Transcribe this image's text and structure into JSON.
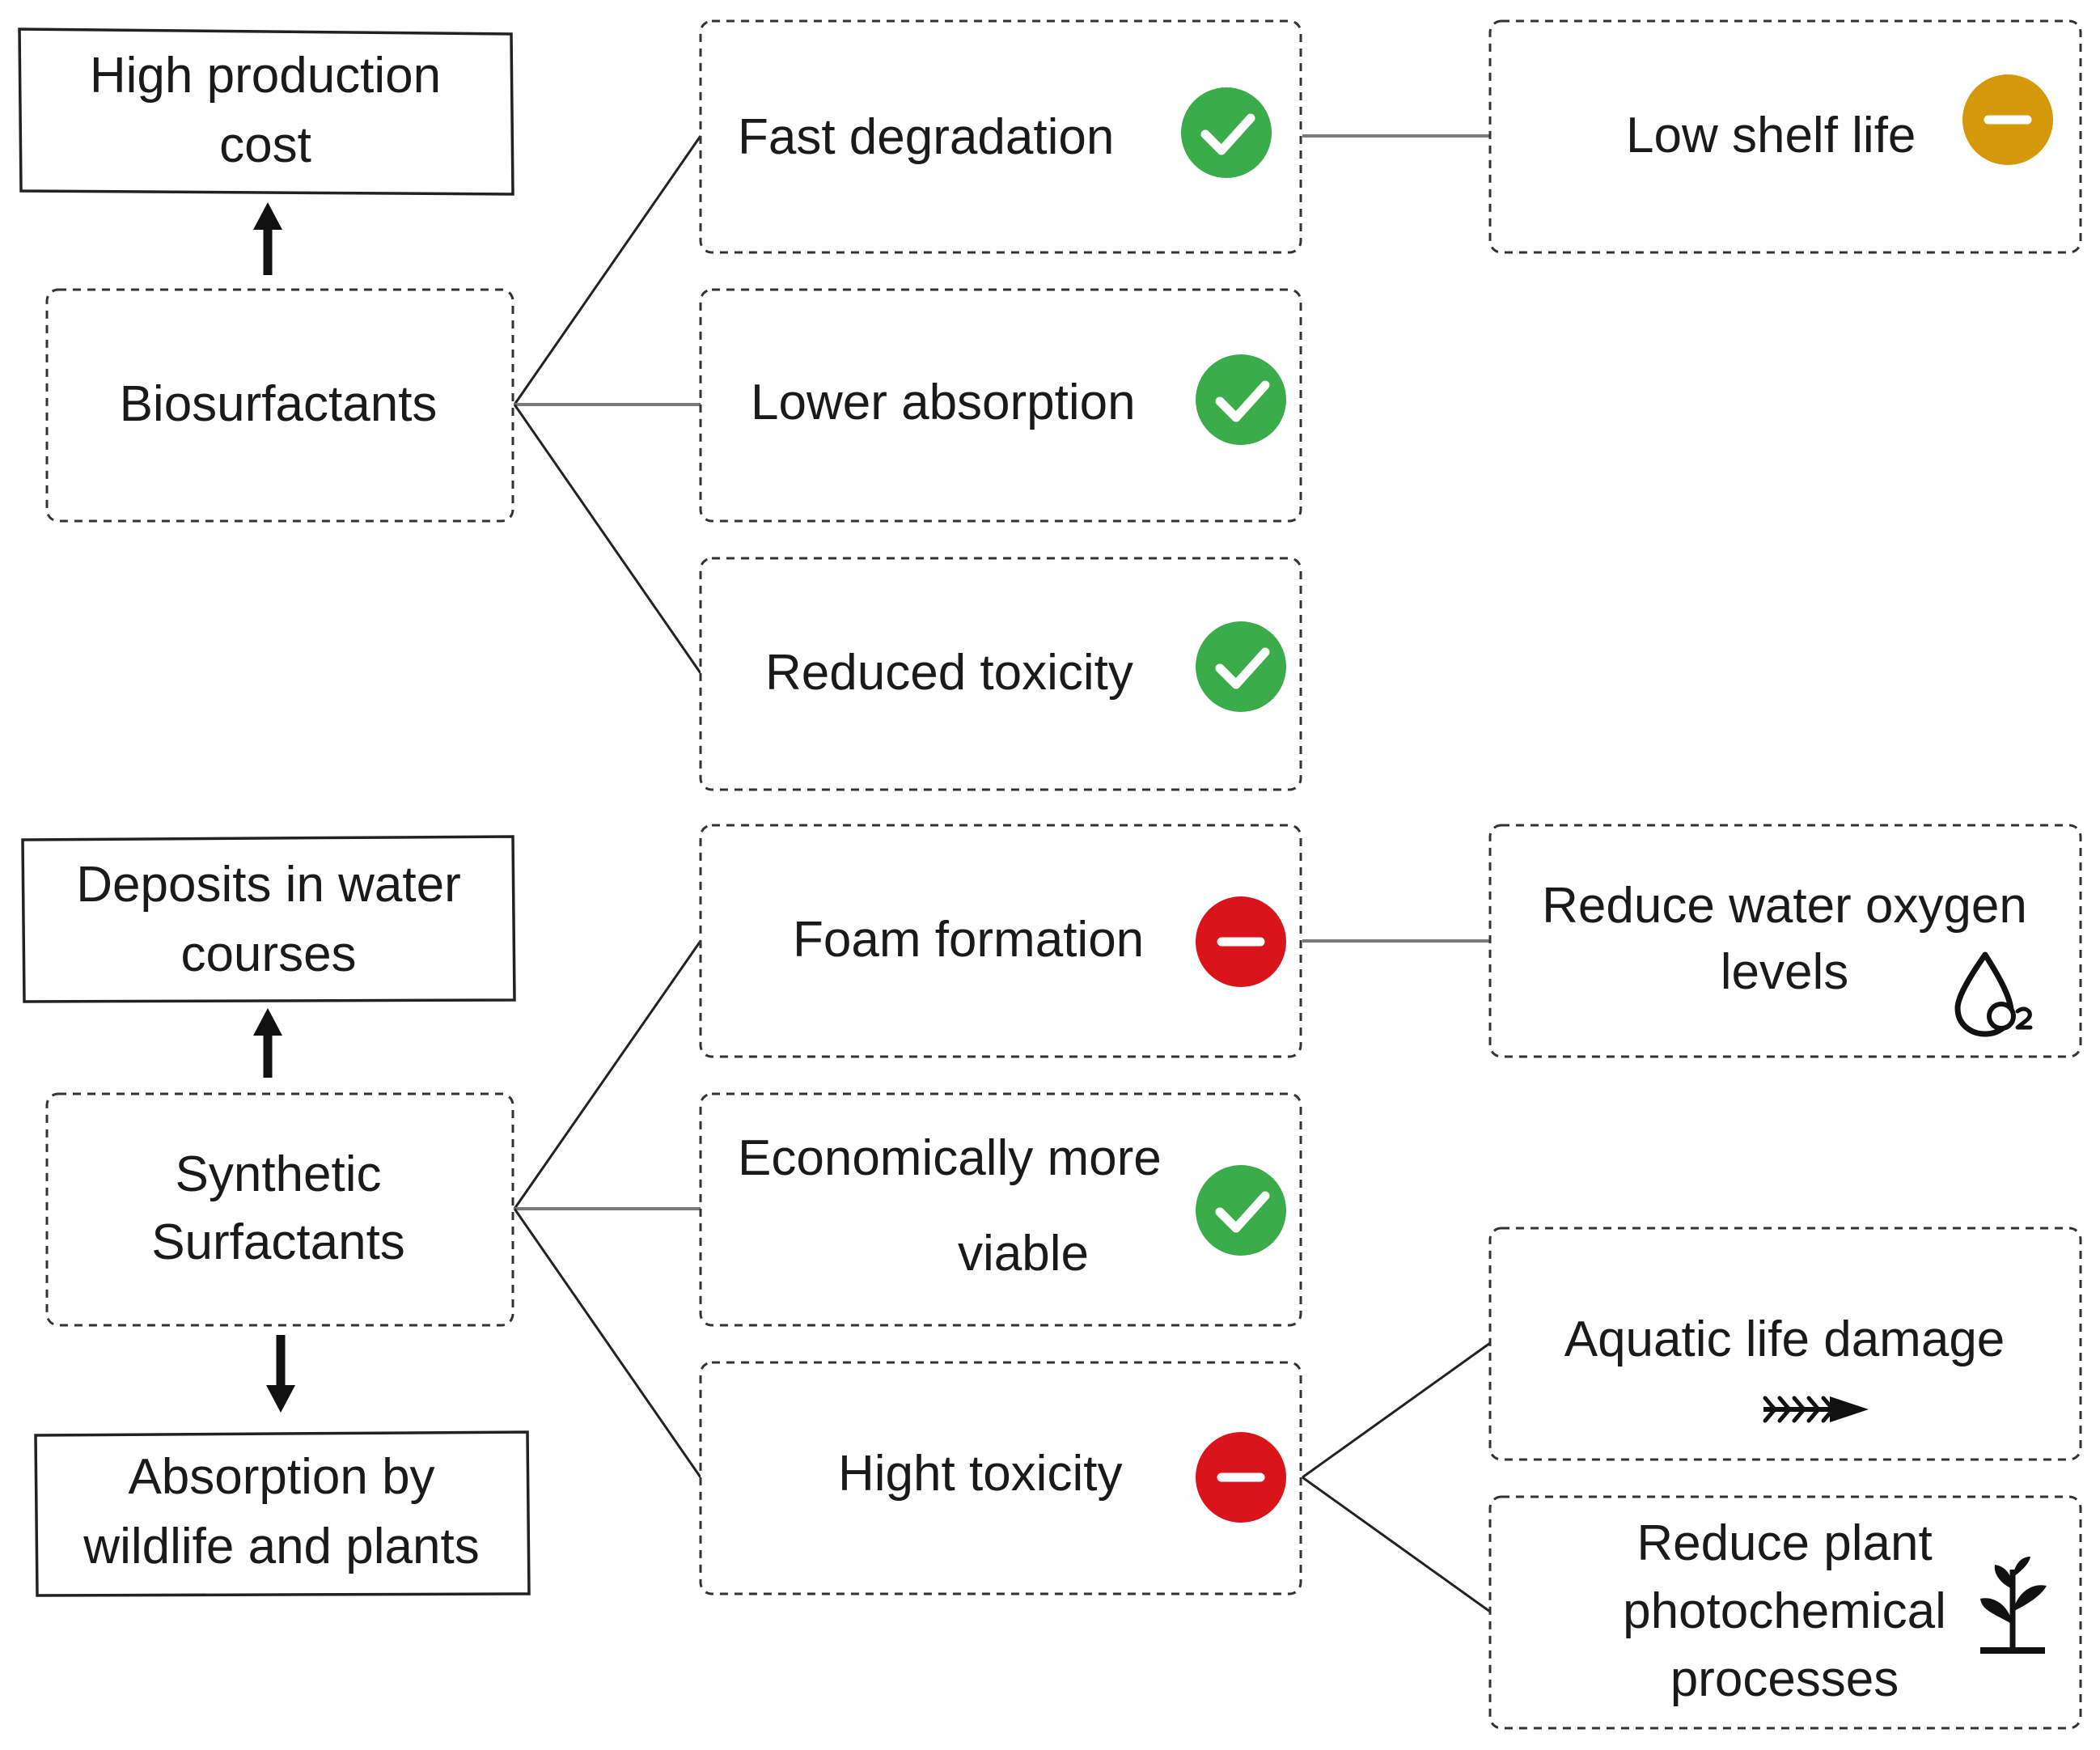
{
  "colors": {
    "positive": "#3bac4a",
    "negative": "#d9141b",
    "neutral": "#d4980a"
  },
  "biosurfactants": {
    "label": "Biosurfactants",
    "top_effect": [
      "High production",
      "cost"
    ],
    "properties": [
      {
        "label": "Fast degradation",
        "icon": "check-icon"
      },
      {
        "label": "Lower absorption",
        "icon": "check-icon"
      },
      {
        "label": "Reduced toxicity",
        "icon": "check-icon"
      }
    ],
    "consequence": {
      "label": "Low shelf life",
      "icon": "minus-icon"
    }
  },
  "synthetic": {
    "label": [
      "Synthetic",
      "Surfactants"
    ],
    "top_effect": [
      "Deposits in water",
      "courses"
    ],
    "bottom_effect": [
      "Absorption by",
      "wildlife and plants"
    ],
    "properties": [
      {
        "label": "Foam formation",
        "icon": "minus-icon"
      },
      {
        "label": [
          "Economically more",
          "viable"
        ],
        "icon": "check-icon"
      },
      {
        "label": "Hight toxicity",
        "icon": "minus-icon"
      }
    ],
    "consequences": [
      {
        "label": [
          "Reduce water oxygen",
          "levels"
        ],
        "icon": "oxygen-drop-icon"
      },
      {
        "label": "Aquatic life damage",
        "icon": "fish-bone-icon"
      },
      {
        "label": [
          "Reduce plant",
          "photochemical",
          "processes"
        ],
        "icon": "plant-icon"
      }
    ]
  }
}
